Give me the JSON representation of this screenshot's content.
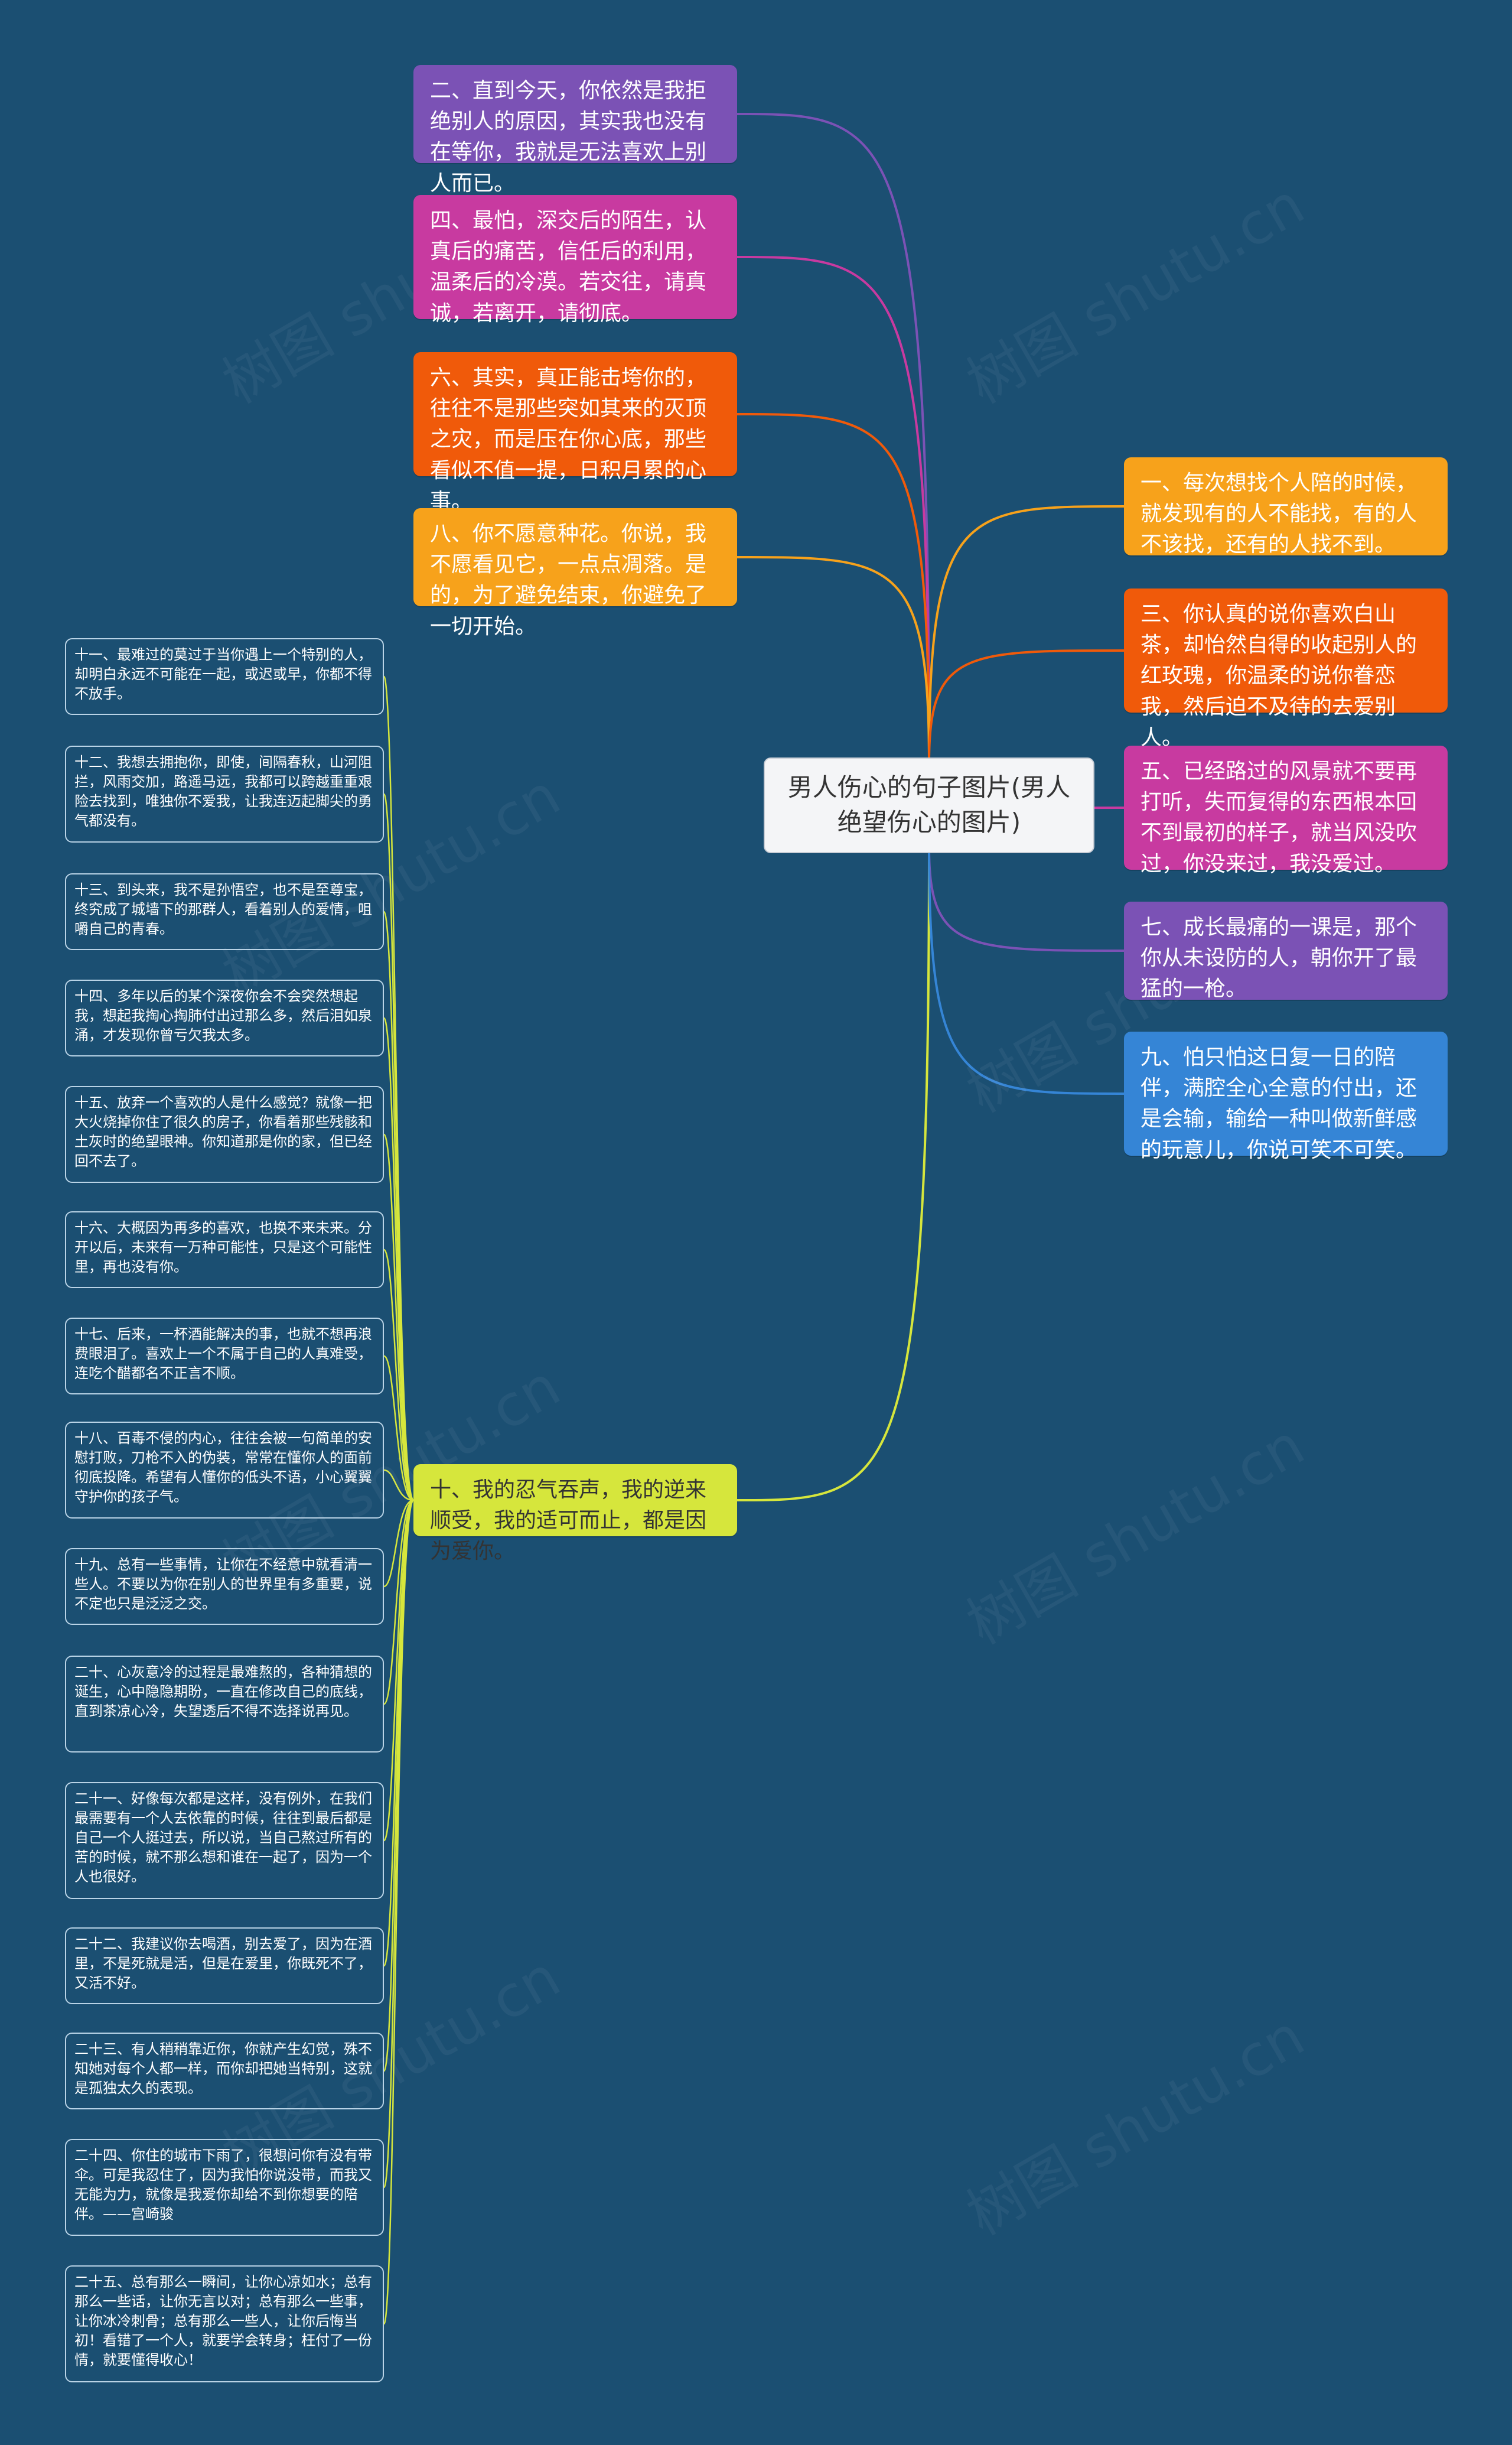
{
  "center": {
    "title": "男人伤心的句子图片(男人绝望伤心的图片)"
  },
  "colors": {
    "background": "#1b4f72",
    "purple": "#7b52b5",
    "magenta": "#c83aa0",
    "orange_red": "#f05a0a",
    "orange": "#f7a21b",
    "blue": "#3585d6",
    "lime": "#d6e63c",
    "sub_border": "#b9d3e6"
  },
  "left_branches": [
    {
      "text": "二、直到今天，你依然是我拒绝别人的原因，其实我也没有在等你，我就是无法喜欢上别人而已。",
      "color": "#7b52b5"
    },
    {
      "text": "四、最怕，深交后的陌生，认真后的痛苦，信任后的利用，温柔后的冷漠。若交往，请真诚，若离开，请彻底。",
      "color": "#c83aa0"
    },
    {
      "text": "六、其实，真正能击垮你的，往往不是那些突如其来的灭顶之灾，而是压在你心底，那些看似不值一提，日积月累的心事。",
      "color": "#f05a0a"
    },
    {
      "text": "八、你不愿意种花。你说，我不愿看见它，一点点凋落。是的，为了避免结束，你避免了一切开始。",
      "color": "#f7a21b"
    },
    {
      "text": "十、我的忍气吞声，我的逆来顺受，我的适可而止，都是因为爱你。",
      "color": "#d6e63c"
    }
  ],
  "right_branches": [
    {
      "text": "一、每次想找个人陪的时候，就发现有的人不能找，有的人不该找，还有的人找不到。",
      "color": "#f7a21b"
    },
    {
      "text": "三、你认真的说你喜欢白山茶，却怡然自得的收起别人的红玫瑰，你温柔的说你眷恋我，然后迫不及待的去爱别人。",
      "color": "#f05a0a"
    },
    {
      "text": "五、已经路过的风景就不要再打听，失而复得的东西根本回不到最初的样子，就当风没吹过，你没来过，我没爱过。",
      "color": "#c83aa0"
    },
    {
      "text": "七、成长最痛的一课是，那个你从未设防的人，朝你开了最猛的一枪。",
      "color": "#7b52b5"
    },
    {
      "text": "九、怕只怕这日复一日的陪伴，满腔全心全意的付出，还是会输，输给一种叫做新鲜感的玩意儿，你说可笑不可笑。",
      "color": "#3585d6"
    }
  ],
  "sub_items": [
    "十一、最难过的莫过于当你遇上一个特别的人，却明白永远不可能在一起，或迟或早，你都不得不放手。",
    "十二、我想去拥抱你，即使，间隔春秋，山河阻拦，风雨交加，路遥马远，我都可以跨越重重艰险去找到，唯独你不爱我，让我连迈起脚尖的勇气都没有。",
    "十三、到头来，我不是孙悟空，也不是至尊宝，终究成了城墙下的那群人，看着别人的爱情，咀嚼自己的青春。",
    "十四、多年以后的某个深夜你会不会突然想起我，想起我掏心掏肺付出过那么多，然后泪如泉涌，才发现你曾亏欠我太多。",
    "十五、放弃一个喜欢的人是什么感觉？就像一把大火烧掉你住了很久的房子，你看着那些残骸和土灰时的绝望眼神。你知道那是你的家，但已经回不去了。",
    "十六、大概因为再多的喜欢，也换不来未来。分开以后，未来有一万种可能性，只是这个可能性里，再也没有你。",
    "十七、后来，一杯酒能解决的事，也就不想再浪费眼泪了。喜欢上一个不属于自己的人真难受，连吃个醋都名不正言不顺。",
    "十八、百毒不侵的内心，往往会被一句简单的安慰打败，刀枪不入的伪装，常常在懂你人的面前彻底投降。希望有人懂你的低头不语，小心翼翼守护你的孩子气。",
    "十九、总有一些事情，让你在不经意中就看清一些人。不要以为你在别人的世界里有多重要，说不定也只是泛泛之交。",
    "二十、心灰意冷的过程是最难熬的，各种猜想的诞生，心中隐隐期盼，一直在修改自己的底线，直到茶凉心冷，失望透后不得不选择说再见。",
    "二十一、好像每次都是这样，没有例外，在我们最需要有一个人去依靠的时候，往往到最后都是自己一个人挺过去，所以说，当自己熬过所有的苦的时候，就不那么想和谁在一起了，因为一个人也很好。",
    "二十二、我建议你去喝酒，别去爱了，因为在酒里，不是死就是活，但是在爱里，你既死不了，又活不好。",
    "二十三、有人稍稍靠近你，你就产生幻觉，殊不知她对每个人都一样，而你却把她当特别，这就是孤独太久的表现。",
    "二十四、你住的城市下雨了，很想问你有没有带伞。可是我忍住了，因为我怕你说没带，而我又无能为力，就像是我爱你却给不到你想要的陪伴。——宫崎骏",
    "二十五、总有那么一瞬间，让你心凉如水；总有那么一些话，让你无言以对；总有那么一些事，让你冰冷刺骨；总有那么一些人，让你后悔当初！看错了一个人，就要学会转身；枉付了一份情，就要懂得收心！"
  ],
  "watermark": "树图 shutu.cn"
}
